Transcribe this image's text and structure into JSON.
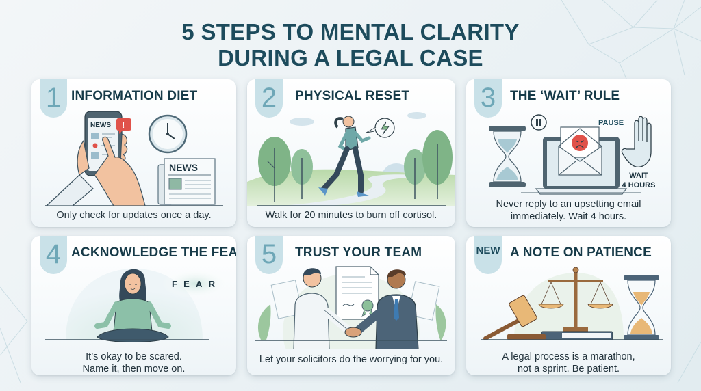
{
  "title": {
    "line1": "5 STEPS TO MENTAL CLARITY",
    "line2": "DURING A LEGAL CASE"
  },
  "colors": {
    "title": "#1d4b5c",
    "badge_bg": "#c9e1e8",
    "badge_text": "#6ea7b7",
    "alert_red": "#e0524a",
    "nature_green": "#7fb487",
    "wood_brown": "#9a6a3e",
    "sand": "#e8b877"
  },
  "cards": [
    {
      "badge": "1",
      "title": "INFORMATION DIET",
      "description": "Only check for updates once a day.",
      "illustration": {
        "phone_label": "NEWS",
        "alert_glyph": "!",
        "newspaper_label": "NEWS",
        "icons": [
          "smartphone-icon",
          "clock-icon",
          "newspaper-icon"
        ]
      }
    },
    {
      "badge": "2",
      "title": "PHYSICAL RESET",
      "description": "Walk for 20 minutes to burn off cortisol.",
      "illustration": {
        "icons": [
          "runner-icon",
          "lightning-bolt-icon",
          "tree-icon"
        ]
      }
    },
    {
      "badge": "3",
      "title": "THE ‘WAIT’ RULE",
      "description_line1": "Never reply to an upsetting email",
      "description_line2": "immediately. Wait 4 hours.",
      "illustration": {
        "pause_label": "PAUSE",
        "wait_label_line1": "WAIT",
        "wait_label_line2": "4 HOURS",
        "icons": [
          "hourglass-icon",
          "pause-icon",
          "laptop-email-icon",
          "angry-face-icon",
          "stop-hand-icon"
        ]
      }
    },
    {
      "badge": "4",
      "title": "ACKNOWLEDGE THE FEAR",
      "description_line1": "It’s okay to be scared.",
      "description_line2": "Name it, then move on.",
      "illustration": {
        "word": "F_E_A_R",
        "icons": [
          "meditating-person-icon"
        ]
      }
    },
    {
      "badge": "5",
      "title": "TRUST YOUR TEAM",
      "description": "Let your solicitors do the worrying for you.",
      "illustration": {
        "icons": [
          "handshake-icon",
          "certificate-icon",
          "document-icon"
        ]
      }
    },
    {
      "badge": "NEW",
      "title": "A NOTE ON PATIENCE",
      "description_line1": "A legal process is a marathon,",
      "description_line2": "not a sprint. Be patient.",
      "illustration": {
        "icons": [
          "gavel-icon",
          "scales-of-justice-icon",
          "law-book-icon",
          "hourglass-icon"
        ]
      }
    }
  ]
}
